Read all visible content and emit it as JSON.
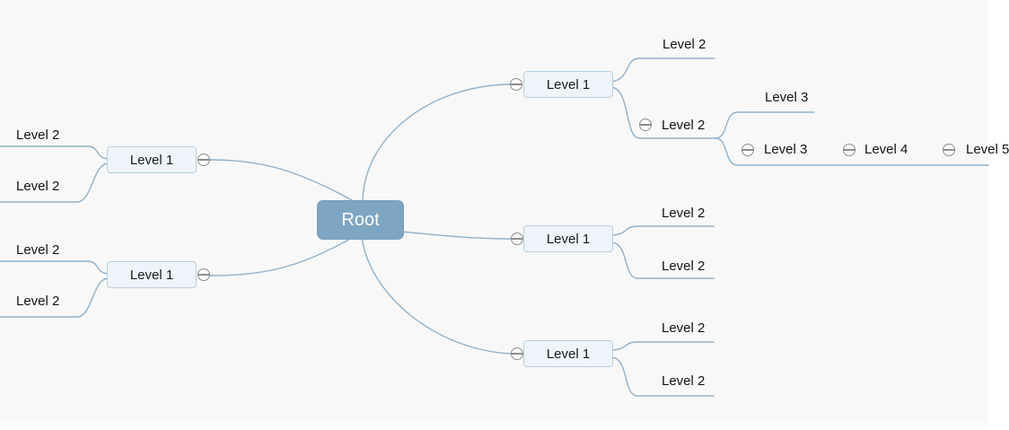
{
  "palette": {
    "background": "#f8f8f8",
    "connector": "#8fb1cb",
    "root_fill": "#7ea5c1",
    "root_text": "#ffffff",
    "node_fill": "#eef4f9",
    "node_border": "#b9cfdf",
    "node_text": "#1a1a1a",
    "expander_gray": "#8c8c8c"
  },
  "mindmap": {
    "root": {
      "label": "Root"
    },
    "right": [
      {
        "label": "Level 1",
        "children": [
          {
            "label": "Level 2"
          },
          {
            "label": "Level 2",
            "children": [
              {
                "label": "Level 3"
              },
              {
                "label": "Level 3",
                "children": [
                  {
                    "label": "Level 4",
                    "children": [
                      {
                        "label": "Level 5"
                      }
                    ]
                  }
                ]
              }
            ]
          }
        ]
      },
      {
        "label": "Level 1",
        "children": [
          {
            "label": "Level 2"
          },
          {
            "label": "Level 2"
          }
        ]
      },
      {
        "label": "Level 1",
        "children": [
          {
            "label": "Level 2"
          },
          {
            "label": "Level 2"
          }
        ]
      }
    ],
    "left": [
      {
        "label": "Level 1",
        "children": [
          {
            "label": "Level 2"
          },
          {
            "label": "Level 2"
          }
        ]
      },
      {
        "label": "Level 1",
        "children": [
          {
            "label": "Level 2"
          },
          {
            "label": "Level 2"
          }
        ]
      }
    ]
  }
}
